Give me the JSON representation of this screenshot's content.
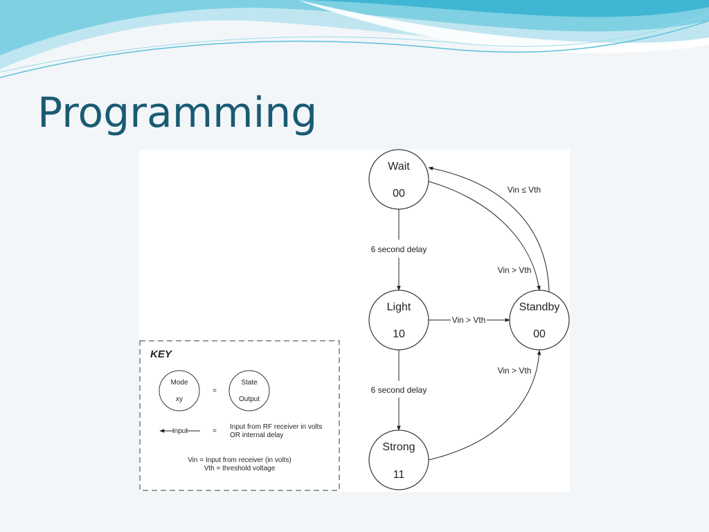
{
  "slide": {
    "title": "Programming"
  },
  "states": {
    "wait": {
      "name": "Wait",
      "output": "00"
    },
    "light": {
      "name": "Light",
      "output": "10"
    },
    "strong": {
      "name": "Strong",
      "output": "11"
    },
    "standby": {
      "name": "Standby",
      "output": "00"
    }
  },
  "transitions": {
    "wait_to_light": "6 second delay",
    "light_to_strong": "6 second delay",
    "light_to_standby": "Vin > Vth",
    "wait_to_standby": "Vin > Vth",
    "standby_to_wait": "Vin ≤ Vth",
    "strong_to_standby": "Vin > Vth"
  },
  "key": {
    "heading": "KEY",
    "mode_label": "Mode",
    "mode_value": "xy",
    "equals": "=",
    "state_label": "State",
    "output_label": "Output",
    "input_arrow_label": "Input",
    "input_desc_line1": "Input from RF receiver in volts",
    "input_desc_line2": "OR internal delay",
    "vin_def": "Vin = Input from receiver (in volts)",
    "vth_def": "Vth = threshold voltage"
  },
  "colors": {
    "title": "#1a5b72",
    "background": "#f2f6f9",
    "wave_light": "#bfe6f0",
    "wave_mid": "#7fd0e3",
    "wave_dark": "#3fb6d3"
  }
}
